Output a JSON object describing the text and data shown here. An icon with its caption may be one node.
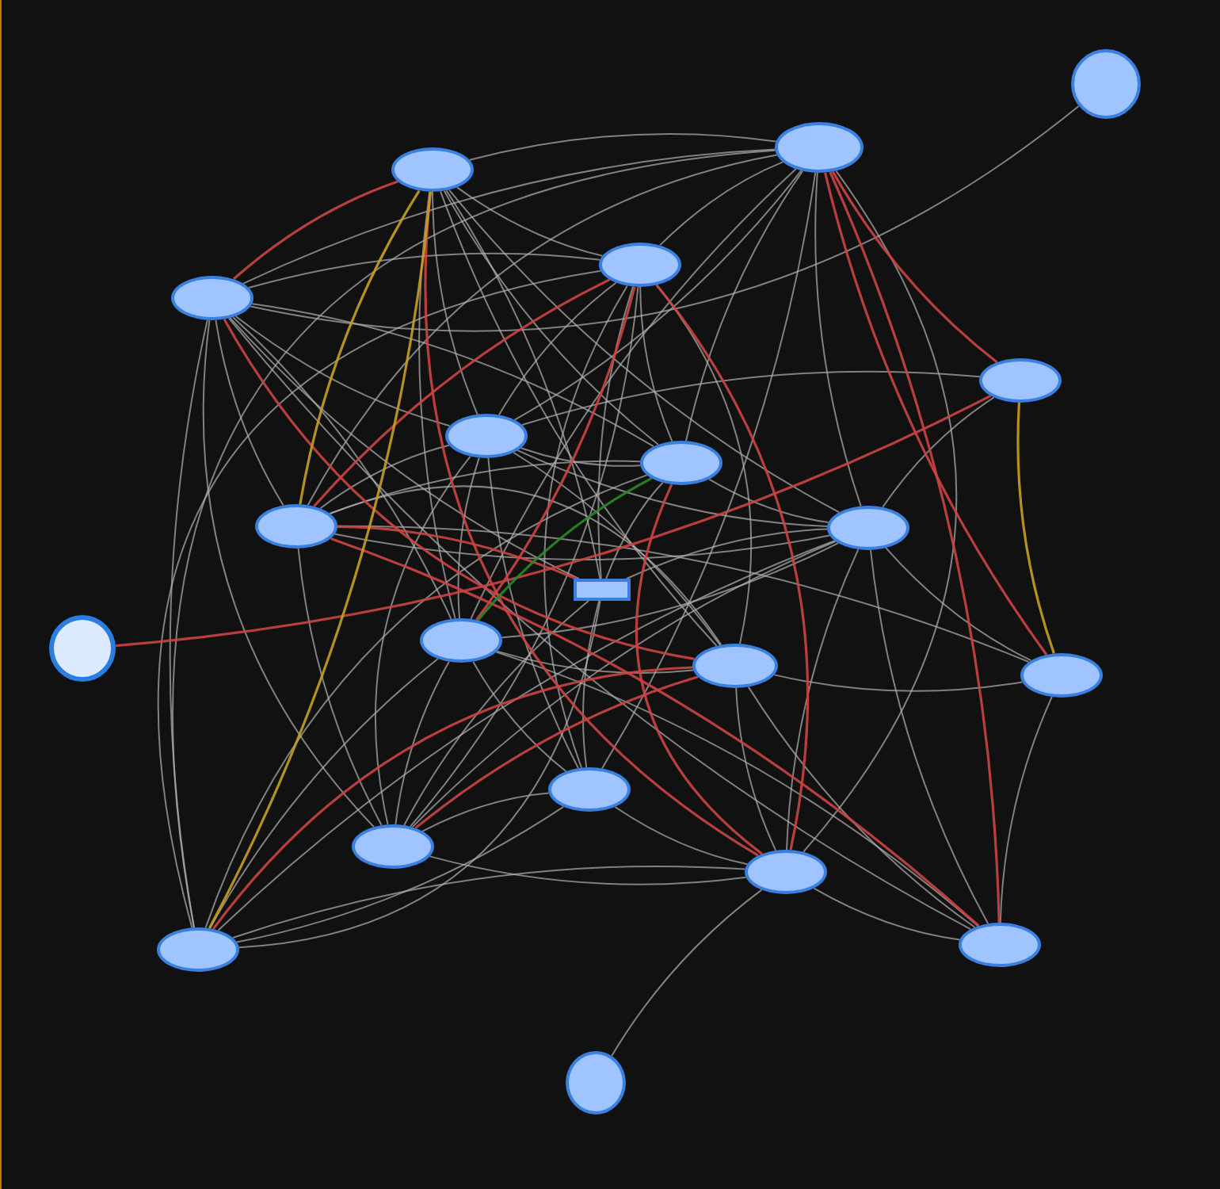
{
  "diagram": {
    "nodes": [
      {
        "text": [],
        "shape": "circle"
      },
      {
        "text": [],
        "shape": "ellipse"
      },
      {
        "text": [],
        "shape": "ellipse"
      },
      {
        "text": [],
        "shape": "ellipse"
      },
      {
        "text": [],
        "shape": "ellipse"
      },
      {
        "text": [],
        "shape": "ellipse"
      },
      {
        "text": [],
        "shape": "ellipse"
      },
      {
        "text": [],
        "shape": "ellipse"
      },
      {
        "text": [],
        "shape": "ellipse"
      },
      {
        "text": [],
        "shape": "ellipse"
      },
      {
        "text": [],
        "shape": "box"
      },
      {
        "text": [],
        "shape": "circle"
      },
      {
        "text": [],
        "shape": "ellipse"
      },
      {
        "text": [],
        "shape": "ellipse"
      },
      {
        "text": [],
        "shape": "ellipse"
      },
      {
        "text": [],
        "shape": "ellipse"
      },
      {
        "text": [],
        "shape": "ellipse"
      },
      {
        "text": [],
        "shape": "ellipse"
      },
      {
        "text": [],
        "shape": "ellipse"
      },
      {
        "text": [],
        "shape": "ellipse"
      },
      {
        "text": [],
        "shape": "circle"
      }
    ],
    "edges": [
      {
        "from": 0,
        "to": 4,
        "arrow": "none"
      },
      {
        "from": 1,
        "to": 4,
        "arrow": "none"
      },
      {
        "from": 1,
        "to": 2,
        "arrow": "none"
      },
      {
        "from": 1,
        "to": 3,
        "arrow": "none"
      },
      {
        "from": 1,
        "to": 6,
        "arrow": "none"
      },
      {
        "from": 1,
        "to": 7,
        "arrow": "none"
      },
      {
        "from": 1,
        "to": 8,
        "arrow": "none"
      },
      {
        "from": 1,
        "to": 9,
        "arrow": "none"
      },
      {
        "from": 1,
        "to": 12,
        "arrow": "none"
      },
      {
        "from": 1,
        "to": 15,
        "arrow": "none"
      },
      {
        "from": 1,
        "to": 17,
        "arrow": "none"
      },
      {
        "from": 1,
        "to": 18,
        "arrow": "none"
      },
      {
        "from": 2,
        "to": 3,
        "arrow": "none"
      },
      {
        "from": 2,
        "to": 6,
        "arrow": "none"
      },
      {
        "from": 2,
        "to": 7,
        "arrow": "none"
      },
      {
        "from": 2,
        "to": 9,
        "arrow": "none"
      },
      {
        "from": 2,
        "to": 10,
        "arrow": "none"
      },
      {
        "from": 2,
        "to": 12,
        "arrow": "none"
      },
      {
        "from": 2,
        "to": 13,
        "arrow": "none"
      },
      {
        "from": 3,
        "to": 4,
        "arrow": "none"
      },
      {
        "from": 3,
        "to": 6,
        "arrow": "none"
      },
      {
        "from": 3,
        "to": 7,
        "arrow": "none"
      },
      {
        "from": 3,
        "to": 10,
        "arrow": "none"
      },
      {
        "from": 3,
        "to": 13,
        "arrow": "none"
      },
      {
        "from": 3,
        "to": 15,
        "arrow": "none"
      },
      {
        "from": 3,
        "to": 16,
        "arrow": "none"
      },
      {
        "from": 3,
        "to": 18,
        "arrow": "none"
      },
      {
        "from": 4,
        "to": 6,
        "arrow": "none"
      },
      {
        "from": 4,
        "to": 7,
        "arrow": "none"
      },
      {
        "from": 4,
        "to": 8,
        "arrow": "none"
      },
      {
        "from": 4,
        "to": 10,
        "arrow": "none"
      },
      {
        "from": 4,
        "to": 12,
        "arrow": "none"
      },
      {
        "from": 4,
        "to": 16,
        "arrow": "none"
      },
      {
        "from": 4,
        "to": 18,
        "arrow": "none"
      },
      {
        "from": 4,
        "to": 19,
        "arrow": "none"
      },
      {
        "from": 5,
        "to": 6,
        "arrow": "none"
      },
      {
        "from": 5,
        "to": 9,
        "arrow": "none"
      },
      {
        "from": 6,
        "to": 7,
        "arrow": "none"
      },
      {
        "from": 6,
        "to": 8,
        "arrow": "none"
      },
      {
        "from": 6,
        "to": 9,
        "arrow": "none"
      },
      {
        "from": 6,
        "to": 12,
        "arrow": "none"
      },
      {
        "from": 6,
        "to": 13,
        "arrow": "none"
      },
      {
        "from": 6,
        "to": 15,
        "arrow": "none"
      },
      {
        "from": 6,
        "to": 16,
        "arrow": "none"
      },
      {
        "from": 7,
        "to": 8,
        "arrow": "none"
      },
      {
        "from": 7,
        "to": 9,
        "arrow": "none"
      },
      {
        "from": 7,
        "to": 10,
        "arrow": "none"
      },
      {
        "from": 7,
        "to": 18,
        "arrow": "none"
      },
      {
        "from": 8,
        "to": 9,
        "arrow": "none"
      },
      {
        "from": 8,
        "to": 13,
        "arrow": "none"
      },
      {
        "from": 8,
        "to": 14,
        "arrow": "none"
      },
      {
        "from": 8,
        "to": 16,
        "arrow": "none"
      },
      {
        "from": 9,
        "to": 10,
        "arrow": "none"
      },
      {
        "from": 9,
        "to": 12,
        "arrow": "none"
      },
      {
        "from": 9,
        "to": 14,
        "arrow": "none"
      },
      {
        "from": 9,
        "to": 16,
        "arrow": "none"
      },
      {
        "from": 9,
        "to": 17,
        "arrow": "none"
      },
      {
        "from": 9,
        "to": 18,
        "arrow": "none"
      },
      {
        "from": 9,
        "to": 19,
        "arrow": "none"
      },
      {
        "from": 10,
        "to": 15,
        "arrow": "none"
      },
      {
        "from": 10,
        "to": 16,
        "arrow": "none"
      },
      {
        "from": 10,
        "to": 18,
        "arrow": "none"
      },
      {
        "from": 12,
        "to": 13,
        "arrow": "none"
      },
      {
        "from": 12,
        "to": 15,
        "arrow": "none"
      },
      {
        "from": 12,
        "to": 16,
        "arrow": "none"
      },
      {
        "from": 12,
        "to": 18,
        "arrow": "none"
      },
      {
        "from": 12,
        "to": 19,
        "arrow": "none"
      },
      {
        "from": 13,
        "to": 14,
        "arrow": "none"
      },
      {
        "from": 13,
        "to": 17,
        "arrow": "none"
      },
      {
        "from": 13,
        "to": 19,
        "arrow": "none"
      },
      {
        "from": 14,
        "to": 19,
        "arrow": "none"
      },
      {
        "from": 15,
        "to": 16,
        "arrow": "none"
      },
      {
        "from": 15,
        "to": 17,
        "arrow": "none"
      },
      {
        "from": 15,
        "to": 18,
        "arrow": "none"
      },
      {
        "from": 16,
        "to": 17,
        "arrow": "none"
      },
      {
        "from": 17,
        "to": 18,
        "arrow": "none"
      },
      {
        "from": 17,
        "to": 19,
        "arrow": "none"
      },
      {
        "from": 17,
        "to": 20,
        "arrow": "none"
      },
      {
        "from": 11,
        "to": 5,
        "arrow": "none",
        "color": "#cc4444"
      },
      {
        "from": 2,
        "to": 4,
        "arrow": "none",
        "color": "#cc4444"
      },
      {
        "from": 1,
        "to": 5,
        "arrow": "none",
        "color": "#cc4444"
      },
      {
        "from": 1,
        "to": 19,
        "arrow": "none",
        "color": "#cc4444"
      },
      {
        "from": 1,
        "to": 14,
        "arrow": "none",
        "color": "#cc4444"
      },
      {
        "from": 3,
        "to": 8,
        "arrow": "none",
        "color": "#cc4444"
      },
      {
        "from": 3,
        "to": 17,
        "arrow": "none",
        "color": "#cc4444"
      },
      {
        "from": 3,
        "to": 12,
        "arrow": "none",
        "color": "#cc4444"
      },
      {
        "from": 4,
        "to": 13,
        "arrow": "none",
        "color": "#cc4444"
      },
      {
        "from": 2,
        "to": 17,
        "arrow": "none",
        "color": "#cc4444"
      },
      {
        "from": 7,
        "to": 17,
        "arrow": "none",
        "color": "#cc4444"
      },
      {
        "from": 8,
        "to": 19,
        "arrow": "none",
        "color": "#cc4444"
      },
      {
        "from": 13,
        "to": 16,
        "arrow": "none",
        "color": "#cc4444"
      },
      {
        "from": 13,
        "to": 18,
        "arrow": "none",
        "color": "#cc4444"
      },
      {
        "from": 10,
        "to": 8,
        "arrow": "none",
        "color": "#cc4444"
      },
      {
        "from": 2,
        "to": 18,
        "arrow": "none",
        "color": "#c8a020"
      },
      {
        "from": 2,
        "to": 8,
        "arrow": "none",
        "color": "#c8a020"
      },
      {
        "from": 5,
        "to": 14,
        "arrow": "none",
        "color": "#c8a020"
      },
      {
        "from": 7,
        "to": 12,
        "arrow": "none",
        "color": "#2a8a2a"
      }
    ]
  }
}
